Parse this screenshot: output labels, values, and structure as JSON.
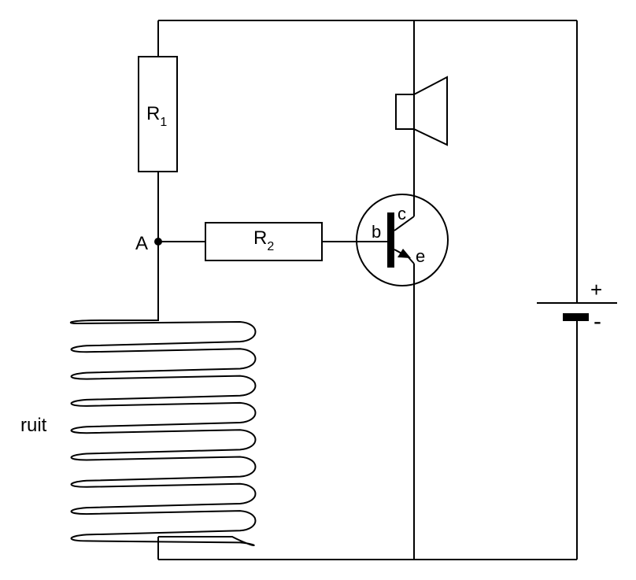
{
  "labels": {
    "r1_main": "R",
    "r1_sub": "1",
    "r2_main": "R",
    "r2_sub": "2",
    "node_a": "A",
    "base": "b",
    "collector": "c",
    "emitter": "e",
    "plus": "+",
    "minus": "-",
    "window": "ruit"
  },
  "colors": {
    "ink": "#000000",
    "background": "#ffffff"
  },
  "icons": {
    "speaker": "speaker-icon",
    "battery": "battery-icon",
    "transistor": "npn-transistor-icon"
  }
}
